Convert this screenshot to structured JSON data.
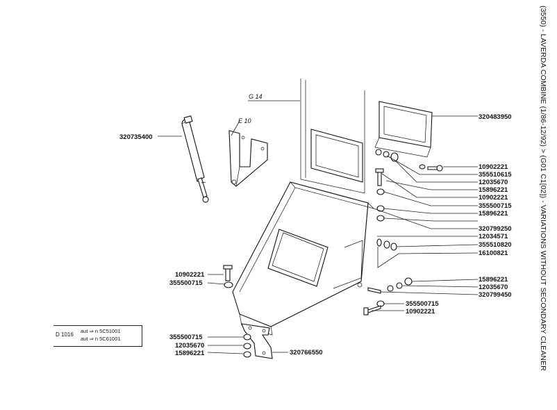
{
  "header": {
    "side_title": "(3550) - LAVERDA COMBINE (1/86-12/92) > (G01 C1[02]) - VARIATIONS WITHOUT SECONDARY CLEANER"
  },
  "refs": {
    "g14": "G 14",
    "e10": "E 10"
  },
  "parts": {
    "p320735400": "320735400",
    "p320483950": "320483950",
    "p10902221_a": "10902221",
    "p355510615": "355510615",
    "p12035670_a": "12035670",
    "p15896221_a": "15896221",
    "p10902221_b": "10902221",
    "p355500715_a": "355500715",
    "p15896221_b": "15896221",
    "p320799250": "320799250",
    "p12034571": "12034571",
    "p355510820": "355510820",
    "p16100821": "16100821",
    "p15896221_c": "15896221",
    "p12035670_b": "12035670",
    "p320799450": "320799450",
    "p355500715_b": "355500715",
    "p10902221_c": "10902221",
    "p10902221_d": "10902221",
    "p355500715_c": "355500715",
    "p355500715_d": "355500715",
    "p12035670_c": "12035670",
    "p15896221_d": "15896221",
    "p320766550": "320766550"
  },
  "note": {
    "code": "D 1016",
    "line1": "aut ⇒ n  5C51001",
    "line2": "aut ⇒ n  5C61001"
  }
}
